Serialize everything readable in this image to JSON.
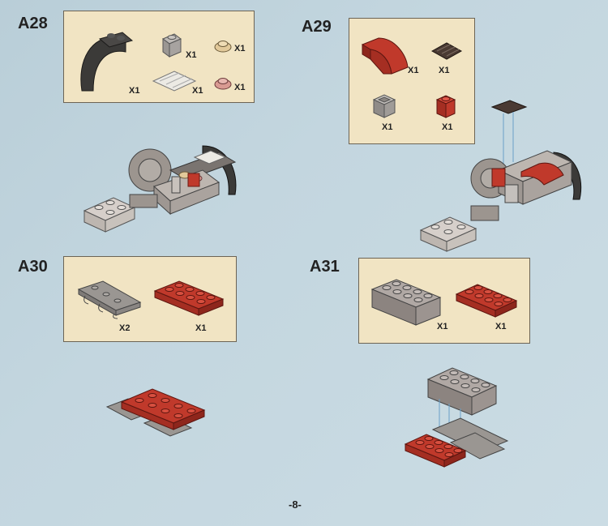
{
  "page_number": "-8-",
  "steps": [
    {
      "label": "A28",
      "parts": [
        {
          "name": "dark-arch-brick",
          "quantity": "X1",
          "color": "#3b3a38"
        },
        {
          "name": "grey-1x1-brick",
          "quantity": "X1",
          "color": "#a7a3a0"
        },
        {
          "name": "tan-round-plate",
          "quantity": "X1",
          "color": "#e2c99a"
        },
        {
          "name": "white-grille-plate",
          "quantity": "X1",
          "color": "#eceae4"
        },
        {
          "name": "pink-round-plate",
          "quantity": "X1",
          "color": "#d99a92"
        }
      ]
    },
    {
      "label": "A29",
      "parts": [
        {
          "name": "red-curved-slope",
          "quantity": "X1",
          "color": "#c0392b"
        },
        {
          "name": "dark-grille-tile",
          "quantity": "X1",
          "color": "#4a3a33"
        },
        {
          "name": "grey-corner-brick",
          "quantity": "X1",
          "color": "#a09c98"
        },
        {
          "name": "red-1x1-brick",
          "quantity": "X1",
          "color": "#c0392b"
        }
      ]
    },
    {
      "label": "A30",
      "parts": [
        {
          "name": "grey-clip-plate",
          "quantity": "X2",
          "color": "#8f8b88"
        },
        {
          "name": "red-2x4-plate",
          "quantity": "X1",
          "color": "#c0392b"
        }
      ]
    },
    {
      "label": "A31",
      "parts": [
        {
          "name": "grey-2x4-brick",
          "quantity": "X1",
          "color": "#9c9490"
        },
        {
          "name": "red-2x4-plate",
          "quantity": "X1",
          "color": "#c0392b"
        }
      ]
    }
  ]
}
